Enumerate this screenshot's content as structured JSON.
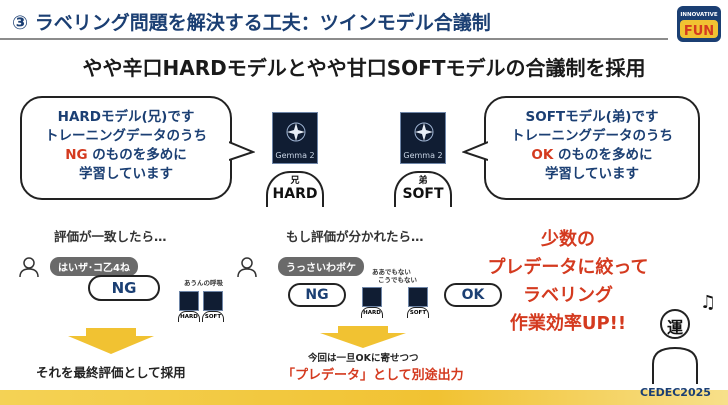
{
  "header": {
    "title": "③ ラベリング問題を解決する工夫：ツインモデル合議制",
    "logo": {
      "top": "INNOVATIVE",
      "main": "FUN"
    }
  },
  "subtitle": "やや辛口HARDモデルとやや甘口SOFTモデルの合議制を採用",
  "left_bubble": {
    "line1": "HARDモデル(兄)です",
    "line2": "トレーニングデータのうち",
    "line3_hl": "NG",
    "line3_rest": " のものを多めに",
    "line4": "学習しています"
  },
  "right_bubble": {
    "line1": "SOFTモデル(弟)です",
    "line2": "トレーニングデータのうち",
    "line3_hl": "OK",
    "line3_rest": " のものを多めに",
    "line4": "学習しています"
  },
  "models": {
    "card_label": "Gemma 2",
    "hard": {
      "small": "兄",
      "big": "HARD"
    },
    "soft": {
      "small": "弟",
      "big": "SOFT"
    }
  },
  "agree": {
    "label": "評価が一致したら…",
    "tag": "はいザ･コ乙4ね",
    "verdict": "NG",
    "note": "あうんの呼吸",
    "result": "それを最終評価として採用"
  },
  "disagree": {
    "label": "もし評価が分かれたら…",
    "tag": "うっさいわボケ",
    "verdict_left": "NG",
    "verdict_right": "OK",
    "note_line1": "ああでもない",
    "note_line2": "こうでもない",
    "result_line1": "今回は一旦OKに寄せつつ",
    "result_line2": "「プレデータ」として別途出力"
  },
  "conclusion": {
    "line1": "少数の",
    "line2": "プレデータに絞って",
    "line3": "ラベリング",
    "line4": "作業効率UP!!"
  },
  "mascot": {
    "face": "運",
    "note": "♫"
  },
  "footer": {
    "brand": "CEDEC2025"
  },
  "colors": {
    "navy": "#1b3f73",
    "red": "#d43a1f",
    "yellow": "#f1c232"
  }
}
